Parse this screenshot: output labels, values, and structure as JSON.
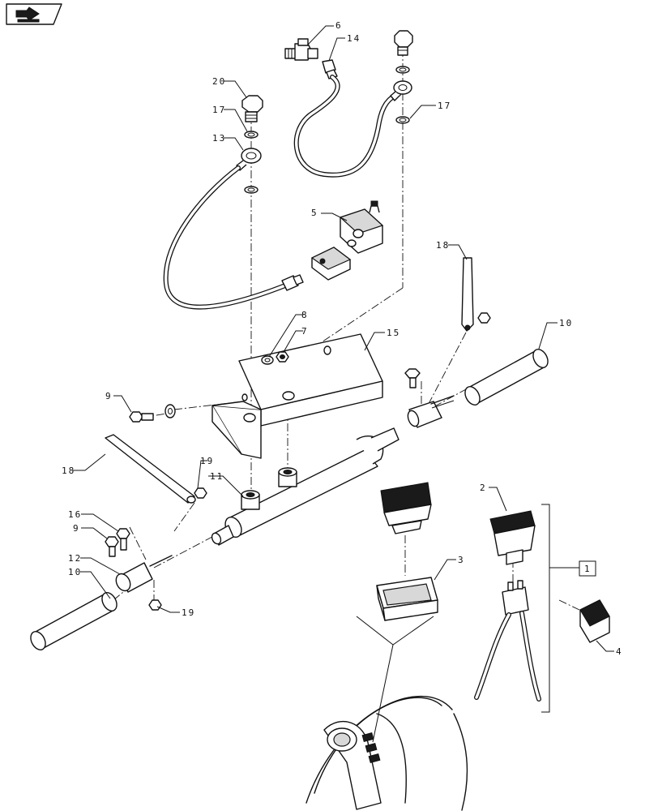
{
  "logo": {
    "icon": "arrow-book-icon"
  },
  "callouts": [
    {
      "id": "c20",
      "text": "20"
    },
    {
      "id": "c17a",
      "text": "17"
    },
    {
      "id": "c13",
      "text": "13"
    },
    {
      "id": "c6",
      "text": "6"
    },
    {
      "id": "c14",
      "text": "14"
    },
    {
      "id": "c17b",
      "text": "17"
    },
    {
      "id": "c5",
      "text": "5"
    },
    {
      "id": "c18a",
      "text": "18"
    },
    {
      "id": "c8",
      "text": "8"
    },
    {
      "id": "c7",
      "text": "7"
    },
    {
      "id": "c15",
      "text": "15"
    },
    {
      "id": "c10a",
      "text": "10"
    },
    {
      "id": "c9a",
      "text": "9"
    },
    {
      "id": "c18b",
      "text": "18"
    },
    {
      "id": "c19a",
      "text": "19"
    },
    {
      "id": "c11",
      "text": "11"
    },
    {
      "id": "c16",
      "text": "16"
    },
    {
      "id": "c9b",
      "text": "9"
    },
    {
      "id": "c12",
      "text": "12"
    },
    {
      "id": "c10b",
      "text": "10"
    },
    {
      "id": "c19b",
      "text": "19"
    },
    {
      "id": "c2",
      "text": "2"
    },
    {
      "id": "c3",
      "text": "3"
    },
    {
      "id": "c1",
      "text": "1"
    },
    {
      "id": "c4",
      "text": "4"
    }
  ]
}
